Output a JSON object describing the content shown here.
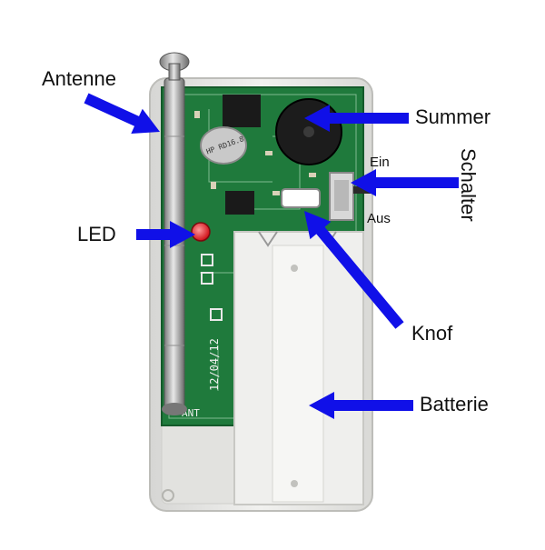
{
  "labels": {
    "antenne": "Antenne",
    "summer": "Summer",
    "schalter": "Schalter",
    "ein": "Ein",
    "aus": "Aus",
    "led": "LED",
    "knof": "Knof",
    "batterie": "Batterie"
  },
  "pcb_text": {
    "buzzer_mark": "HP RD16.8",
    "date": "12/04/12",
    "ant": "ANT"
  },
  "colors": {
    "arrow": "#1010e8",
    "pcb": "#1f7a3c",
    "housing": "#e9e9e7",
    "led": "#e8202a"
  }
}
